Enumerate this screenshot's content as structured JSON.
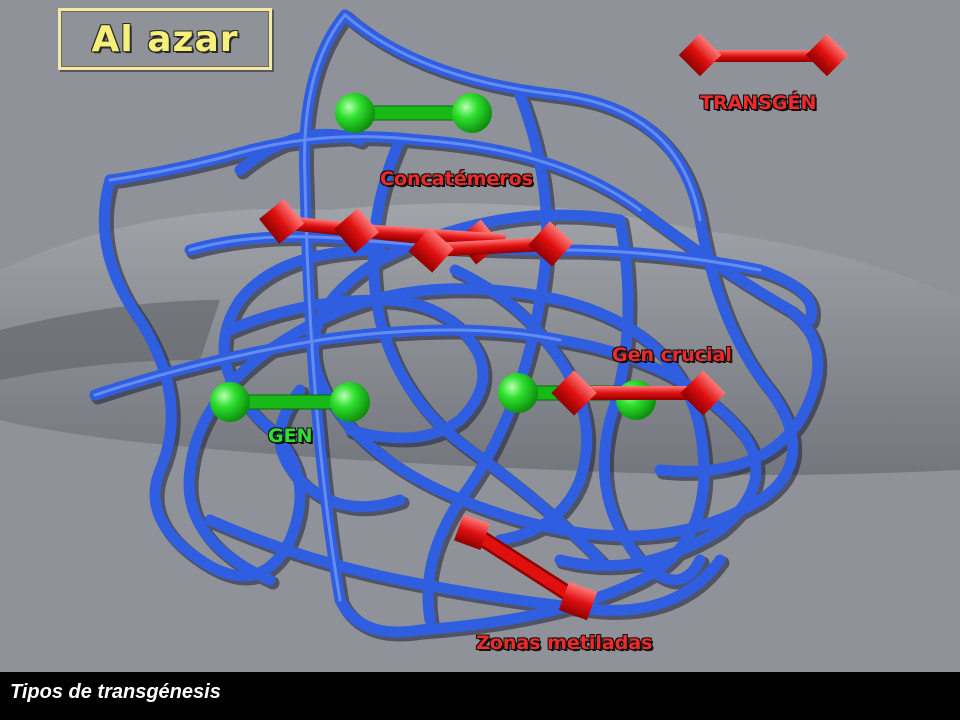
{
  "title": "Al azar",
  "labels": {
    "transgen": "TRANSGÉN",
    "concatemeros": "Concatémeros",
    "gen_crucial": "Gen crucial",
    "gen": "GEN",
    "zonas_metiladas": "Zonas metiladas"
  },
  "footer": "Tipos de transgénesis",
  "colors": {
    "background": "#8f9399",
    "chromatin": "#2f5fe0",
    "transgene": "#e01818",
    "gene": "#22d022",
    "title_text": "#f6f07a",
    "footer_bg": "#000000"
  }
}
